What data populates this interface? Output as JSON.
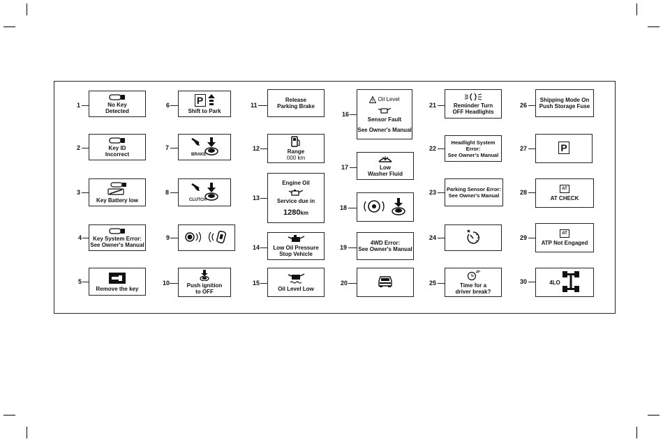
{
  "messages": [
    {
      "n": "1",
      "lines": [
        "No Key",
        "Detected"
      ],
      "icon": "key-icon"
    },
    {
      "n": "2",
      "lines": [
        "Key ID",
        "Incorrect"
      ],
      "icon": "key-icon"
    },
    {
      "n": "3",
      "lines": [
        "Key Battery low"
      ],
      "icon": "key-battery-icon"
    },
    {
      "n": "4",
      "lines": [
        "Key System Error:",
        "See Owner's Manual"
      ],
      "icon": "key-icon"
    },
    {
      "n": "5",
      "lines": [
        "Remove the key"
      ],
      "icon": "remove-key-icon"
    },
    {
      "n": "6",
      "lines": [
        "Shift to Park"
      ],
      "icon": "park-shift-icon",
      "glyph": "P"
    },
    {
      "n": "7",
      "lines": [],
      "icon": "brake-press-icon",
      "label": "BRAKE"
    },
    {
      "n": "8",
      "lines": [],
      "icon": "clutch-press-icon",
      "label": "CLUTCH"
    },
    {
      "n": "9",
      "lines": [],
      "icon": "key-proximity-icon"
    },
    {
      "n": "10",
      "lines": [
        "Push ignition",
        "to OFF"
      ],
      "icon": "push-button-icon"
    },
    {
      "n": "11",
      "lines": [
        "Release",
        "Parking Brake"
      ]
    },
    {
      "n": "12",
      "lines": [
        "Range",
        "000 km"
      ],
      "icon": "fuel-pump-icon"
    },
    {
      "n": "13",
      "lines": [
        "Engine Oil",
        "Service due in"
      ],
      "icon": "oil-can-icon",
      "value": "1280",
      "unit": "km"
    },
    {
      "n": "14",
      "lines": [
        "Low Oil Pressure",
        "Stop Vehicle"
      ],
      "icon": "oil-can-icon"
    },
    {
      "n": "15",
      "lines": [
        "Oil Level Low"
      ],
      "icon": "oil-level-icon"
    },
    {
      "n": "16",
      "lines": [
        "Sensor Fault",
        "See Owner's Manual"
      ],
      "icon": "oil-can-icon",
      "top": "Oil Level"
    },
    {
      "n": "17",
      "lines": [
        "Low",
        "Washer Fluid"
      ],
      "icon": "washer-fluid-icon"
    },
    {
      "n": "18",
      "lines": [],
      "icon": "steering-press-icon"
    },
    {
      "n": "19",
      "lines": [
        "4WD Error:",
        "See Owner's Manual"
      ]
    },
    {
      "n": "20",
      "lines": [],
      "icon": "vehicle-icon"
    },
    {
      "n": "21",
      "lines": [
        "Reminder Turn",
        "OFF Headlights"
      ],
      "icon": "headlight-icon"
    },
    {
      "n": "22",
      "lines": [
        "Headlight System Error:",
        "See Owner's Manual"
      ]
    },
    {
      "n": "23",
      "lines": [
        "Parking Sensor Error:",
        "See Owner's Manual"
      ]
    },
    {
      "n": "24",
      "lines": [],
      "icon": "speed-limiter-icon"
    },
    {
      "n": "25",
      "lines": [
        "Time for a",
        "driver break?"
      ],
      "icon": "driver-break-icon"
    },
    {
      "n": "26",
      "lines": [
        "Shipping Mode On",
        "Push Storage Fuse"
      ]
    },
    {
      "n": "27",
      "lines": [],
      "icon": "park-icon",
      "glyph": "P"
    },
    {
      "n": "28",
      "lines": [
        "AT CHECK"
      ],
      "icon": "at-icon",
      "glyph": "AT"
    },
    {
      "n": "29",
      "lines": [
        "ATP Not Engaged"
      ],
      "icon": "at-icon",
      "glyph": "AT"
    },
    {
      "n": "30",
      "lines": [],
      "icon": "4lo-icon",
      "label": "4LO"
    }
  ]
}
